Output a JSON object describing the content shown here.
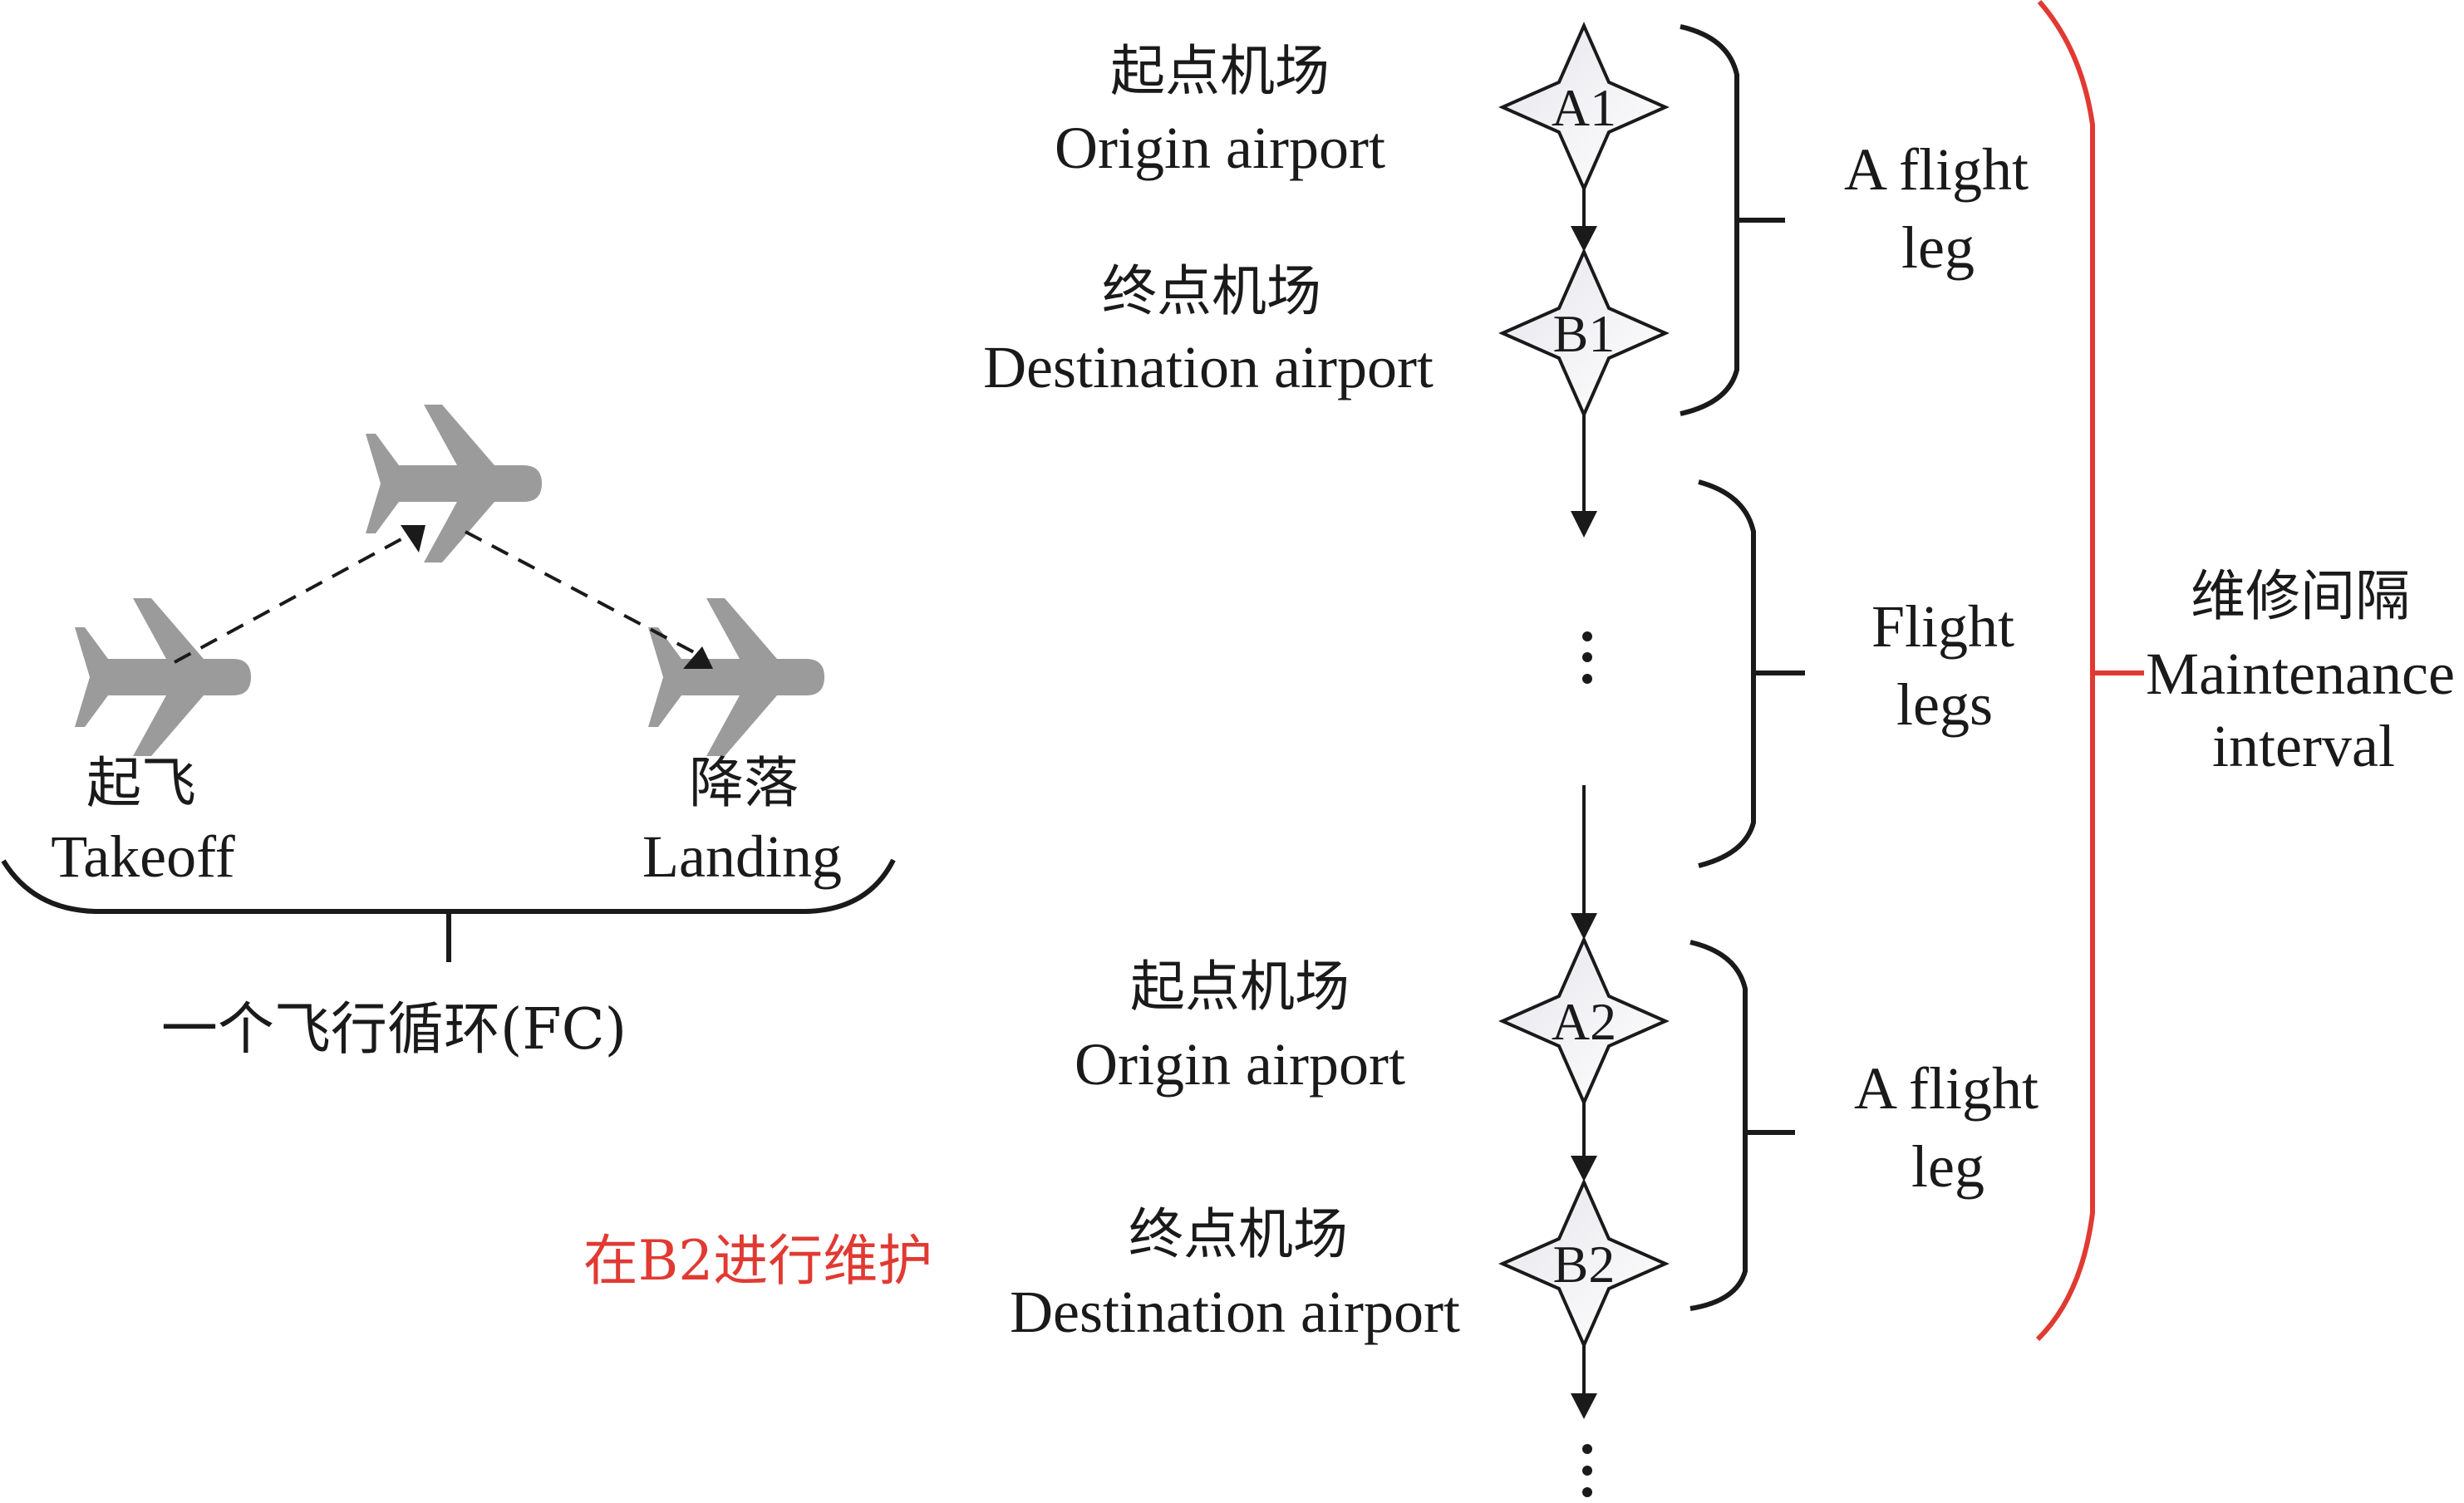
{
  "flight_cycle": {
    "planes": [
      {
        "id": "takeoff",
        "label_cn": "起飞",
        "label_en": "Takeoff"
      },
      {
        "id": "cruise"
      },
      {
        "id": "landing",
        "label_cn": "降落",
        "label_en": "Landing"
      }
    ],
    "caption": "一个飞行循环(FC)"
  },
  "nodes": [
    {
      "id": "A1",
      "label": "A1",
      "role_cn": "起点机场",
      "role_en": "Origin airport"
    },
    {
      "id": "B1",
      "label": "B1",
      "role_cn": "终点机场",
      "role_en": "Destination airport"
    },
    {
      "id": "A2",
      "label": "A2",
      "role_cn": "起点机场",
      "role_en": "Origin airport"
    },
    {
      "id": "B2",
      "label": "B2",
      "role_cn": "终点机场",
      "role_en": "Destination airport"
    }
  ],
  "ellipsis": "⋮",
  "groups": [
    {
      "id": "leg1",
      "label_line1": "A flight",
      "label_line2": "leg"
    },
    {
      "id": "legs",
      "label_line1": "Flight",
      "label_line2": "legs"
    },
    {
      "id": "leg2",
      "label_line1": "A flight",
      "label_line2": "leg"
    }
  ],
  "maintenance_interval": {
    "label_cn": "维修间隔",
    "label_en_line1": "Maintenance",
    "label_en_line2": "interval",
    "color": "#e03a33"
  },
  "maintenance_note": {
    "text": "在B2进行维护",
    "color": "#e03a33"
  },
  "colors": {
    "plane": "#9b9b9b",
    "line": "#1a1a1a",
    "accent": "#e03a33"
  }
}
